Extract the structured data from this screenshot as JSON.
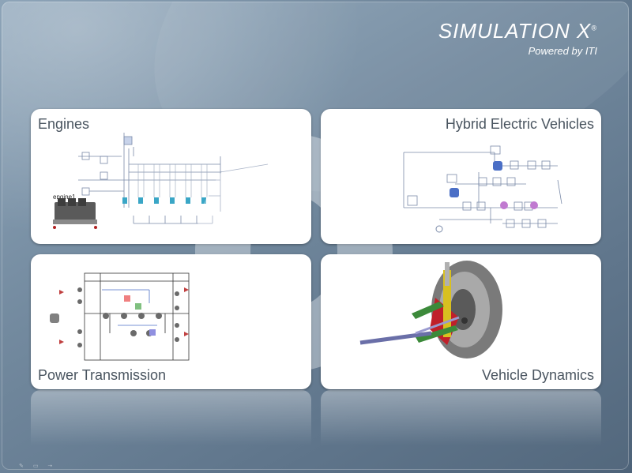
{
  "logo": {
    "title": "SIMULATION X",
    "registered": "®",
    "subtitle": "Powered by ITI"
  },
  "panels": {
    "engines": {
      "title": "Engines",
      "model_label": "engine1"
    },
    "hybrid": {
      "title": "Hybrid Electric Vehicles"
    },
    "power": {
      "title": "Power Transmission"
    },
    "dynamics": {
      "title": "Vehicle Dynamics"
    }
  },
  "colors": {
    "panel_bg": "#ffffff",
    "title_text": "#4a5560",
    "accent_blue": "#4b6fc6",
    "suspension_red": "#c0202a",
    "suspension_green": "#3c8a3a"
  },
  "icons": [
    "pencil-icon",
    "frame-icon",
    "arrow-icon"
  ]
}
